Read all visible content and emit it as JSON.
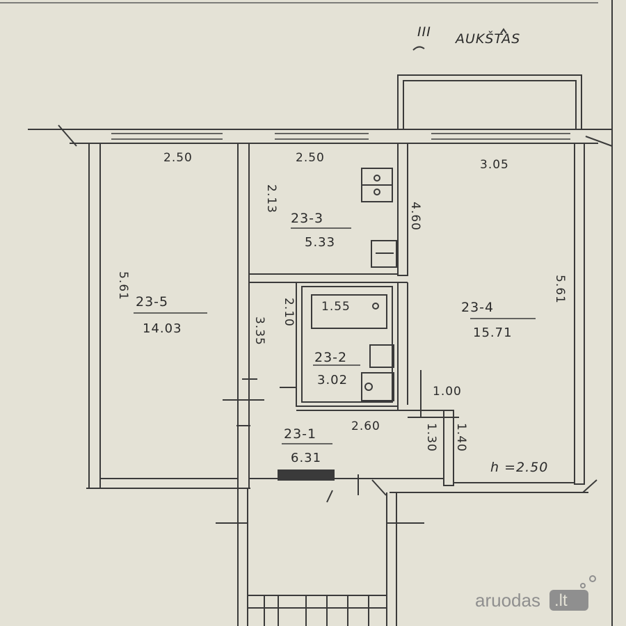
{
  "header": {
    "floor": "III",
    "label": "AUKŠTAS"
  },
  "rooms": [
    {
      "id": "23-5",
      "area": "14.03",
      "width": "2.50",
      "length": "5.61"
    },
    {
      "id": "23-3",
      "area": "5.33",
      "width": "2.50",
      "length": "2.13"
    },
    {
      "id": "23-4",
      "area": "15.71",
      "width": "3.05",
      "length": "5.61",
      "other": "4.60"
    },
    {
      "id": "23-2",
      "area": "3.02",
      "width": "1.55",
      "length": "2.10"
    },
    {
      "id": "23-1",
      "area": "6.31",
      "width": "2.60",
      "length": "3.35",
      "d1": "1.00",
      "d2": "1.30",
      "d3": "1.40"
    }
  ],
  "ceiling_height": "h =2.50",
  "watermark": {
    "brand": "aruodas",
    "tld": ".lt"
  }
}
